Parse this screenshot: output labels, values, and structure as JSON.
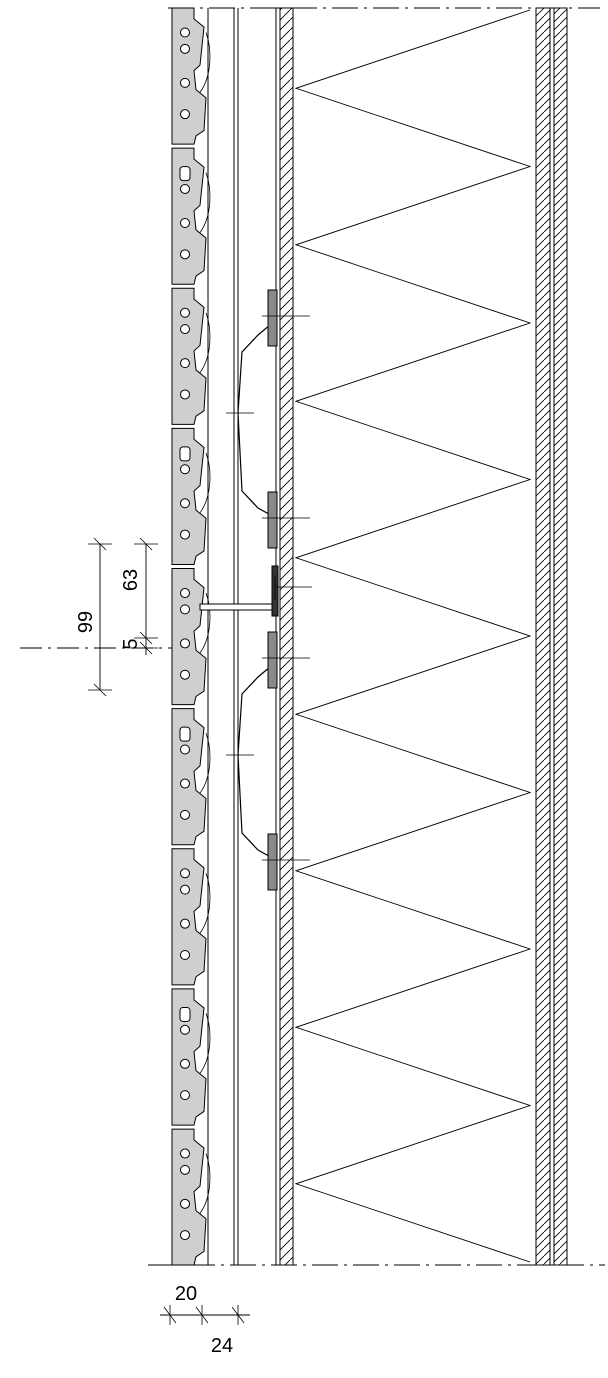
{
  "dimensions": {
    "vertical": [
      {
        "label": "99"
      },
      {
        "label": "63"
      },
      {
        "label": "5"
      }
    ],
    "horizontal": [
      {
        "label": "20"
      },
      {
        "label": "24"
      }
    ]
  },
  "colors": {
    "line": "#000000",
    "panel_fill": "#cfcfcf",
    "bracket_fill": "#8a8a8a",
    "background": "#ffffff"
  },
  "layers": {
    "tile_count": 9,
    "insulation_zigzag_count": 17
  }
}
